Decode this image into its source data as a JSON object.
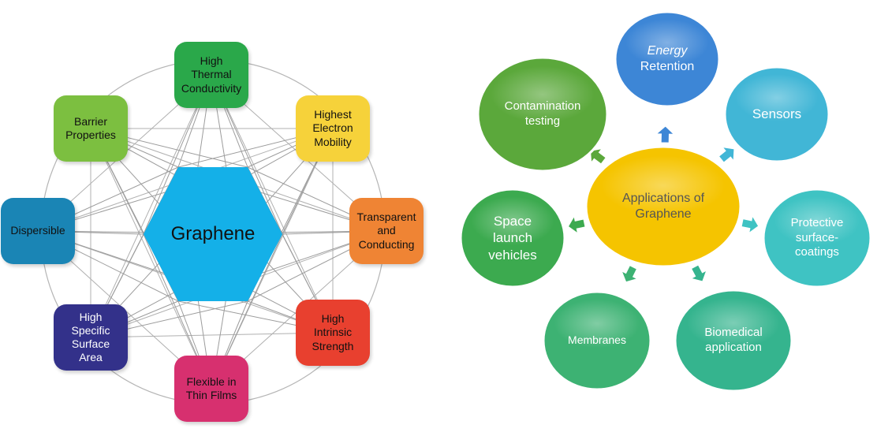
{
  "properties_diagram": {
    "center": "Graphene",
    "properties": [
      {
        "key": "thermal",
        "label": "High\nThermal\nConductivity",
        "color": "#2aa84a"
      },
      {
        "key": "mobility",
        "label": "Highest\nElectron\nMobility",
        "color": "#f6d23a"
      },
      {
        "key": "transparent",
        "label": "Transparent\nand\nConducting",
        "color": "#ef8434"
      },
      {
        "key": "strength",
        "label": "High\nIntrinsic\nStrength",
        "color": "#e8402f"
      },
      {
        "key": "flexible",
        "label": "Flexible in\nThin Films",
        "color": "#d7306f"
      },
      {
        "key": "surface",
        "label": "High\nSpecific\nSurface\nArea",
        "color": "#33318a"
      },
      {
        "key": "dispersible",
        "label": "Dispersible",
        "color": "#1a85b5"
      },
      {
        "key": "barrier",
        "label": "Barrier\nProperties",
        "color": "#7cbf40"
      }
    ]
  },
  "applications_diagram": {
    "center": "Applications of\nGraphene",
    "center_color": "#f5c400",
    "applications": [
      {
        "key": "energy",
        "label": "Energy\nRetention",
        "color": "#3d86d6",
        "italic_first_line": true
      },
      {
        "key": "sensors",
        "label": "Sensors",
        "color": "#41b6d6"
      },
      {
        "key": "coatings",
        "label": "Protective\nsurface-\ncoatings",
        "color": "#3fc3c3"
      },
      {
        "key": "biomedical",
        "label": "Biomedical\napplication",
        "color": "#35b48e"
      },
      {
        "key": "membranes",
        "label": "Membranes",
        "color": "#3db273"
      },
      {
        "key": "space",
        "label": "Space\nlaunch\nvehicles",
        "color": "#3caa4f"
      },
      {
        "key": "contamination",
        "label": "Contamination\ntesting",
        "color": "#5ba83b"
      }
    ]
  }
}
